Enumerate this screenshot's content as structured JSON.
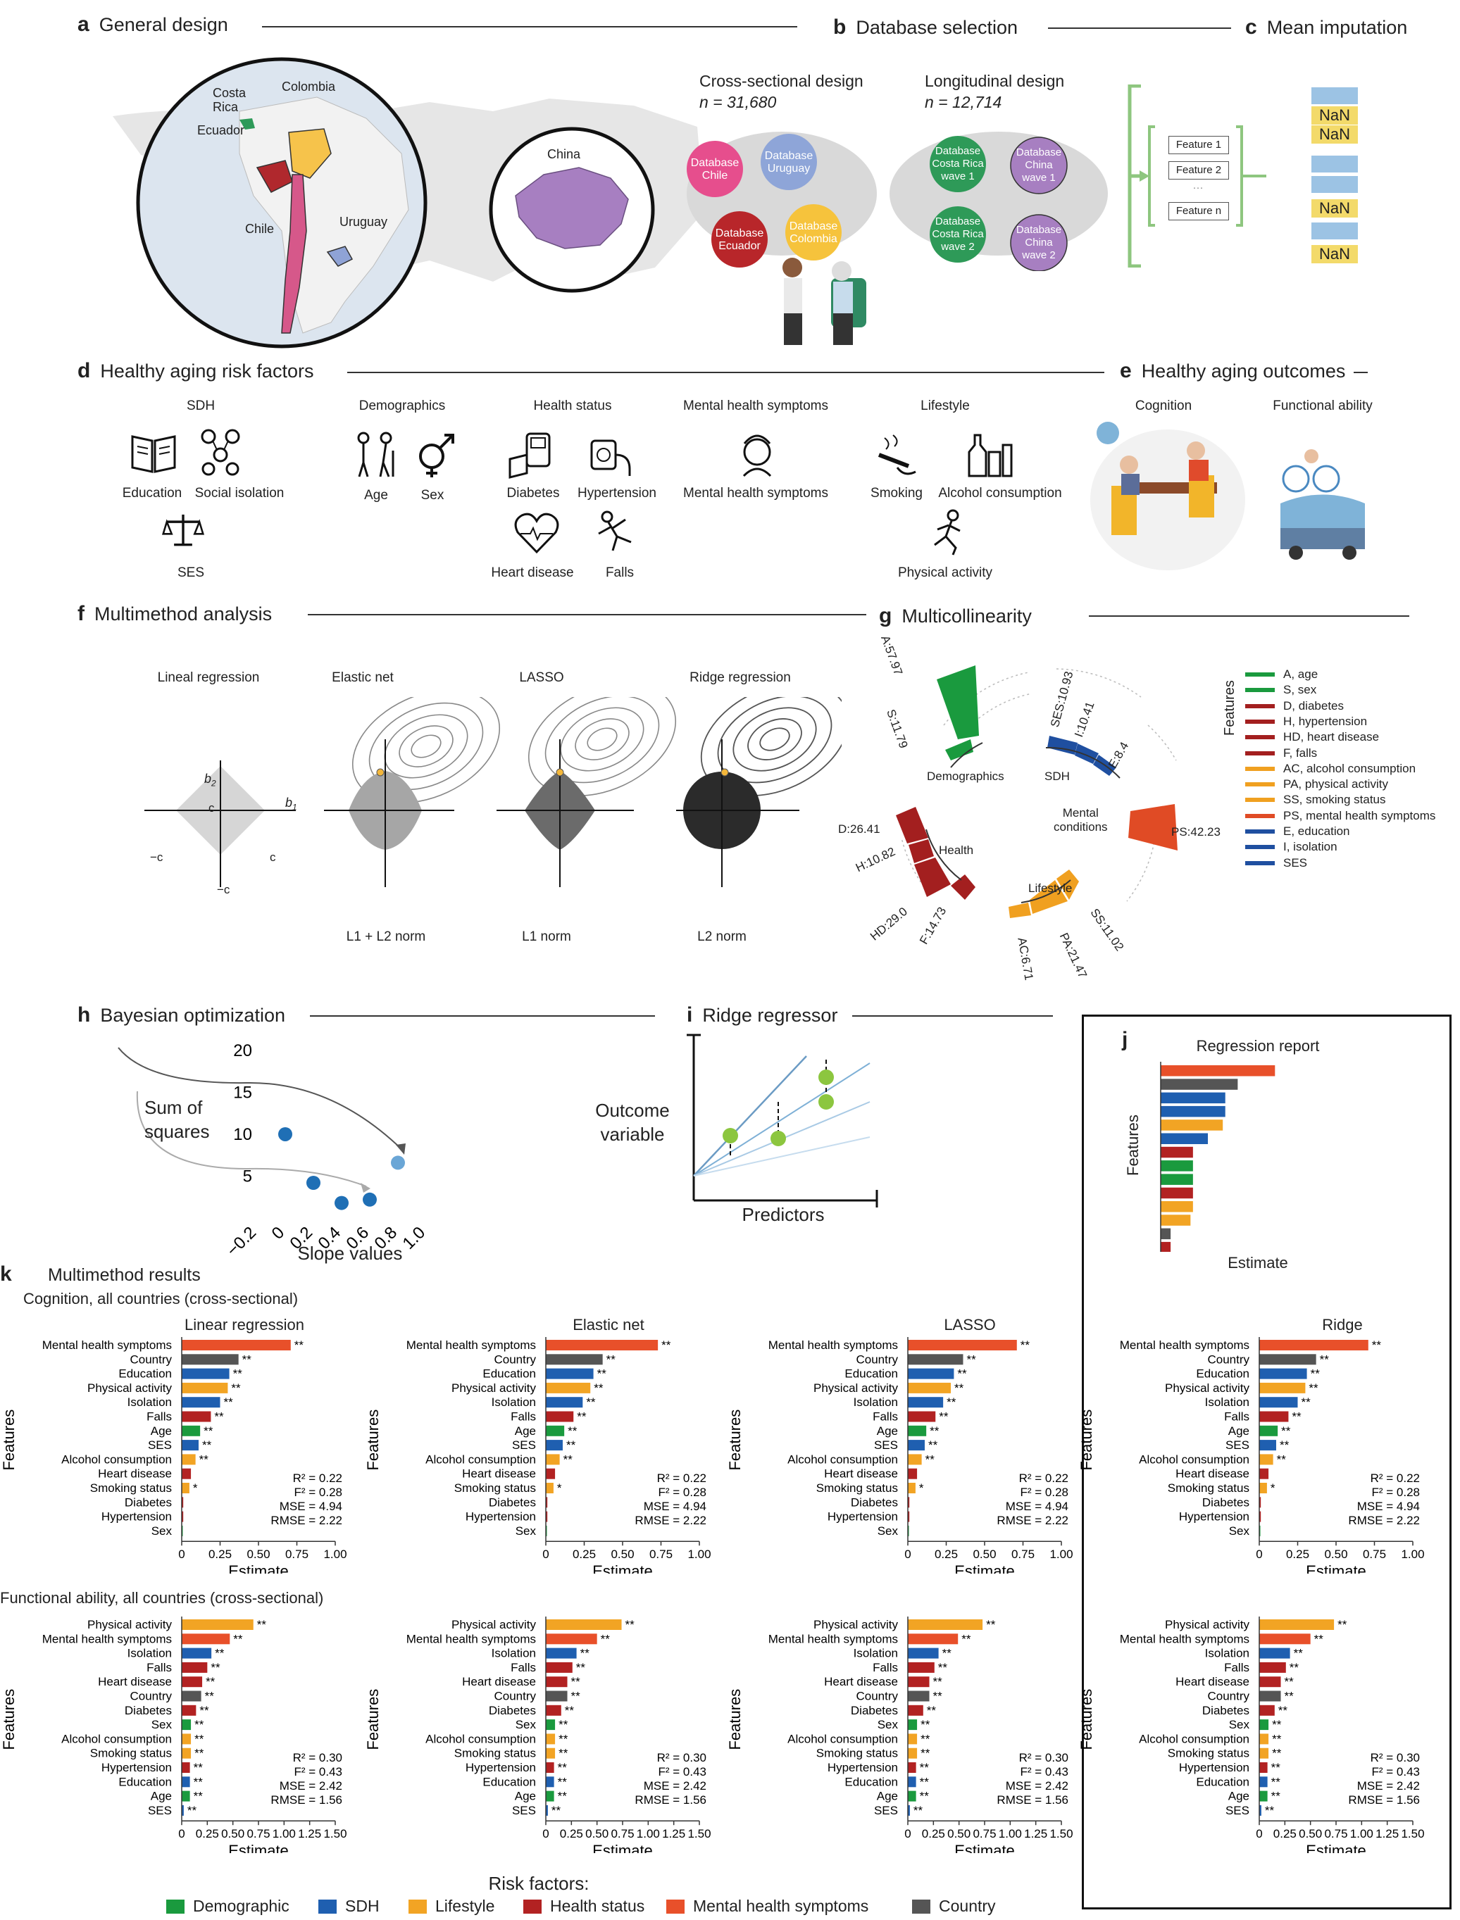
{
  "panels": {
    "a": {
      "letter": "a",
      "title": "General design",
      "countries": {
        "costa_rica": "Costa\nRica",
        "colombia": "Colombia",
        "ecuador": "Ecuador",
        "chile": "Chile",
        "uruguay": "Uruguay",
        "china": "China"
      }
    },
    "b": {
      "letter": "b",
      "title": "Database selection",
      "cross_title": "Cross-sectional design",
      "cross_n": "n = 31,680",
      "long_title": "Longitudinal design",
      "long_n": "n = 12,714",
      "db": {
        "chile": "Database\nChile",
        "uruguay": "Database\nUruguay",
        "ecuador": "Database\nEcuador",
        "colombia": "Database\nColombia",
        "cr1": "Database\nCosta Rica\nwave 1",
        "ch1": "Database\nChina\nwave 1",
        "cr2": "Database\nCosta Rica\nwave 2",
        "ch2": "Database\nChina\nwave 2"
      },
      "features": [
        "Feature 1",
        "Feature 2",
        "···",
        "Feature n"
      ]
    },
    "c": {
      "letter": "c",
      "title": "Mean imputation",
      "nan": "NaN"
    },
    "d": {
      "letter": "d",
      "title": "Healthy aging risk factors",
      "groups": {
        "sdh": "SDH",
        "demo": "Demographics",
        "health": "Health status",
        "mental": "Mental health symptoms",
        "life": "Lifestyle"
      },
      "items": {
        "education": "Education",
        "social_isolation": "Social isolation",
        "ses": "SES",
        "age": "Age",
        "sex": "Sex",
        "diabetes": "Diabetes",
        "hypertension": "Hypertension",
        "heart_disease": "Heart disease",
        "falls": "Falls",
        "mental": "Mental health symptoms",
        "smoking": "Smoking",
        "alcohol": "Alcohol consumption",
        "physical": "Physical activity"
      }
    },
    "e": {
      "letter": "e",
      "title": "Healthy aging outcomes",
      "cognition": "Cognition",
      "functional": "Functional ability"
    },
    "f": {
      "letter": "f",
      "title": "Multimethod analysis",
      "methods": [
        "Lineal regression",
        "Elastic net",
        "LASSO",
        "Ridge regression"
      ],
      "norms": [
        "L1 + L2 norm",
        "L1 norm",
        "L2 norm"
      ],
      "b1": "b",
      "b1sub": "1",
      "b2": "b",
      "b2sub": "2",
      "c": "c",
      "negc": "−c"
    },
    "g": {
      "letter": "g",
      "title": "Multicollinearity",
      "groups": {
        "demo": "Demographics",
        "sdh": "SDH",
        "mental": "Mental\nconditions",
        "health": "Health",
        "life": "Lifestyle"
      },
      "bars": [
        {
          "label": "A:57.97",
          "color": "#1a9a3e"
        },
        {
          "label": "S:11.79",
          "color": "#1a9a3e"
        },
        {
          "label": "SES:10.93",
          "color": "#1f4fa0"
        },
        {
          "label": "I:10.41",
          "color": "#1f4fa0"
        },
        {
          "label": "E:8.4",
          "color": "#1f4fa0"
        },
        {
          "label": "PS:42.23",
          "color": "#e04b25"
        },
        {
          "label": "D:26.41",
          "color": "#a31f1f"
        },
        {
          "label": "H:10.82",
          "color": "#a31f1f"
        },
        {
          "label": "HD:29.0",
          "color": "#a31f1f"
        },
        {
          "label": "F:14.73",
          "color": "#a31f1f"
        },
        {
          "label": "AC:6.71",
          "color": "#f0a020"
        },
        {
          "label": "PA:21.47",
          "color": "#f0a020"
        },
        {
          "label": "SS:11.02",
          "color": "#f0a020"
        }
      ],
      "legend_title": "Features",
      "legend": [
        {
          "label": "A, age",
          "color": "#1a9a3e"
        },
        {
          "label": "S, sex",
          "color": "#1a9a3e"
        },
        {
          "label": "D, diabetes",
          "color": "#a31f1f"
        },
        {
          "label": "H, hypertension",
          "color": "#a31f1f"
        },
        {
          "label": "HD, heart disease",
          "color": "#a31f1f"
        },
        {
          "label": "F, falls",
          "color": "#a31f1f"
        },
        {
          "label": "AC, alcohol consumption",
          "color": "#f0a020"
        },
        {
          "label": "PA, physical activity",
          "color": "#f0a020"
        },
        {
          "label": "SS, smoking status",
          "color": "#f0a020"
        },
        {
          "label": "PS, mental health symptoms",
          "color": "#e04b25"
        },
        {
          "label": "E, education",
          "color": "#1f4fa0"
        },
        {
          "label": "I, isolation",
          "color": "#1f4fa0"
        },
        {
          "label": "SES",
          "color": "#1f4fa0"
        }
      ]
    },
    "h": {
      "letter": "h",
      "title": "Bayesian optimization",
      "ylabel": "Sum of\nsquares",
      "xlabel": "Slope values"
    },
    "i": {
      "letter": "i",
      "title": "Ridge regressor",
      "ylabel": "Outcome\nvariable",
      "xlabel": "Predictors"
    },
    "j": {
      "letter": "j",
      "title": "Regression report",
      "ylabel": "Features",
      "xlabel": "Estimate"
    },
    "k": {
      "letter": "k",
      "title": "Multimethod results",
      "row1_title": "Cognition, all countries (cross-sectional)",
      "row2_title": "Functional ability, all countries (cross-sectional)",
      "col_titles": [
        "Linear regression",
        "Elastic net",
        "LASSO",
        "Ridge"
      ],
      "xlabel": "Estimate",
      "ylabel": "Features",
      "legend_title": "Risk factors:",
      "legend": [
        {
          "label": "Demographic",
          "color": "#1a9a3e"
        },
        {
          "label": "SDH",
          "color": "#1f5fb0"
        },
        {
          "label": "Lifestyle",
          "color": "#f2a424"
        },
        {
          "label": "Health status",
          "color": "#b22222"
        },
        {
          "label": "Mental health symptoms",
          "color": "#e8502a"
        },
        {
          "label": "Country",
          "color": "#555555"
        }
      ]
    }
  },
  "chart_data": [
    {
      "type": "scatter",
      "panel": "h",
      "xlabel": "Slope values",
      "ylabel": "Sum of squares",
      "x_ticks": [
        "−0.2",
        "0",
        "0.2",
        "0.4",
        "0.6",
        "0.8",
        "1.0"
      ],
      "y_ticks": [
        "5",
        "10",
        "15",
        "20"
      ],
      "xlim": [
        -0.2,
        1.0
      ],
      "ylim": [
        0,
        21
      ],
      "points": [
        {
          "x": 0.0,
          "y": 10.0
        },
        {
          "x": 0.2,
          "y": 4.2
        },
        {
          "x": 0.4,
          "y": 1.8
        },
        {
          "x": 0.6,
          "y": 2.2
        },
        {
          "x": 0.8,
          "y": 6.6
        }
      ]
    },
    {
      "type": "bar",
      "panel": "j",
      "title": "Regression report",
      "ylabel": "Features",
      "xlabel": "Estimate",
      "values": [
        0.92,
        0.62,
        0.52,
        0.52,
        0.5,
        0.38,
        0.26,
        0.26,
        0.26,
        0.26,
        0.26,
        0.24,
        0.08,
        0.08
      ],
      "colors": [
        "#e8502a",
        "#555555",
        "#1f5fb0",
        "#1f5fb0",
        "#f2a424",
        "#1f5fb0",
        "#b22222",
        "#1a9a3e",
        "#1a9a3e",
        "#b22222",
        "#f2a424",
        "#f2a424",
        "#555555",
        "#b22222"
      ]
    },
    {
      "type": "bar",
      "panel": "k",
      "outcome": "Cognition",
      "model": "Linear regression",
      "categories": [
        "Mental health symptoms",
        "Country",
        "Education",
        "Physical activity",
        "Isolation",
        "Falls",
        "Age",
        "SES",
        "Alcohol consumption",
        "Heart disease",
        "Smoking status",
        "Diabetes",
        "Hypertension",
        "Sex"
      ],
      "groups": [
        "Mental health symptoms",
        "Country",
        "SDH",
        "Lifestyle",
        "SDH",
        "Health status",
        "Demographic",
        "SDH",
        "Lifestyle",
        "Health status",
        "Lifestyle",
        "Health status",
        "Health status",
        "Demographic"
      ],
      "values": [
        0.71,
        0.37,
        0.31,
        0.3,
        0.25,
        0.19,
        0.12,
        0.11,
        0.09,
        0.06,
        0.05,
        0.01,
        0.01,
        0.005
      ],
      "sig": [
        "**",
        "**",
        "**",
        "**",
        "**",
        "**",
        "**",
        "**",
        "**",
        "",
        "*",
        "",
        "",
        ""
      ],
      "xlim": [
        0,
        1.0
      ],
      "x_ticks": [
        "0",
        "0.25",
        "0.50",
        "0.75",
        "1.00"
      ],
      "stats": [
        "R² = 0.22",
        "F² = 0.28",
        "MSE = 4.94",
        "RMSE = 2.22"
      ]
    },
    {
      "type": "bar",
      "panel": "k",
      "outcome": "Cognition",
      "model": "Elastic net",
      "categories": [
        "Mental health symptoms",
        "Country",
        "Education",
        "Physical activity",
        "Isolation",
        "Falls",
        "Age",
        "SES",
        "Alcohol consumption",
        "Heart disease",
        "Smoking status",
        "Diabetes",
        "Hypertension",
        "Sex"
      ],
      "groups": [
        "Mental health symptoms",
        "Country",
        "SDH",
        "Lifestyle",
        "SDH",
        "Health status",
        "Demographic",
        "SDH",
        "Lifestyle",
        "Health status",
        "Lifestyle",
        "Health status",
        "Health status",
        "Demographic"
      ],
      "values": [
        0.73,
        0.37,
        0.31,
        0.29,
        0.24,
        0.18,
        0.12,
        0.11,
        0.09,
        0.06,
        0.05,
        0.01,
        0.01,
        0.005
      ],
      "sig": [
        "**",
        "**",
        "**",
        "**",
        "**",
        "**",
        "**",
        "**",
        "**",
        "",
        "*",
        "",
        "",
        ""
      ],
      "xlim": [
        0,
        1.0
      ],
      "x_ticks": [
        "0",
        "0.25",
        "0.50",
        "0.75",
        "1.00"
      ],
      "stats": [
        "R² = 0.22",
        "F² = 0.28",
        "MSE = 4.94",
        "RMSE = 2.22"
      ]
    },
    {
      "type": "bar",
      "panel": "k",
      "outcome": "Cognition",
      "model": "LASSO",
      "categories": [
        "Mental health symptoms",
        "Country",
        "Education",
        "Physical activity",
        "Isolation",
        "Falls",
        "Age",
        "SES",
        "Alcohol consumption",
        "Heart disease",
        "Smoking status",
        "Diabetes",
        "Hypertension",
        "Sex"
      ],
      "groups": [
        "Mental health symptoms",
        "Country",
        "SDH",
        "Lifestyle",
        "SDH",
        "Health status",
        "Demographic",
        "SDH",
        "Lifestyle",
        "Health status",
        "Lifestyle",
        "Health status",
        "Health status",
        "Demographic"
      ],
      "values": [
        0.71,
        0.36,
        0.3,
        0.28,
        0.23,
        0.18,
        0.12,
        0.11,
        0.09,
        0.06,
        0.05,
        0.01,
        0.01,
        0.005
      ],
      "sig": [
        "**",
        "**",
        "**",
        "**",
        "**",
        "**",
        "**",
        "**",
        "**",
        "",
        "*",
        "",
        "",
        ""
      ],
      "xlim": [
        0,
        1.0
      ],
      "x_ticks": [
        "0",
        "0.25",
        "0.50",
        "0.75",
        "1.00"
      ],
      "stats": [
        "R² = 0.22",
        "F² = 0.28",
        "MSE = 4.94",
        "RMSE = 2.22"
      ]
    },
    {
      "type": "bar",
      "panel": "k",
      "outcome": "Cognition",
      "model": "Ridge",
      "categories": [
        "Mental health symptoms",
        "Country",
        "Education",
        "Physical activity",
        "Isolation",
        "Falls",
        "Age",
        "SES",
        "Alcohol consumption",
        "Heart disease",
        "Smoking status",
        "Diabetes",
        "Hypertension",
        "Sex"
      ],
      "groups": [
        "Mental health symptoms",
        "Country",
        "SDH",
        "Lifestyle",
        "SDH",
        "Health status",
        "Demographic",
        "SDH",
        "Lifestyle",
        "Health status",
        "Lifestyle",
        "Health status",
        "Health status",
        "Demographic"
      ],
      "values": [
        0.71,
        0.37,
        0.31,
        0.3,
        0.25,
        0.19,
        0.12,
        0.11,
        0.09,
        0.06,
        0.05,
        0.01,
        0.01,
        0.005
      ],
      "sig": [
        "**",
        "**",
        "**",
        "**",
        "**",
        "**",
        "**",
        "**",
        "**",
        "",
        "*",
        "",
        "",
        ""
      ],
      "xlim": [
        0,
        1.0
      ],
      "x_ticks": [
        "0",
        "0.25",
        "0.50",
        "0.75",
        "1.00"
      ],
      "stats": [
        "R² = 0.22",
        "F² = 0.28",
        "MSE = 4.94",
        "RMSE = 2.22"
      ]
    },
    {
      "type": "bar",
      "panel": "k",
      "outcome": "Functional ability",
      "model": "Linear regression",
      "categories": [
        "Physical activity",
        "Mental health symptoms",
        "Isolation",
        "Falls",
        "Heart disease",
        "Country",
        "Diabetes",
        "Sex",
        "Alcohol consumption",
        "Smoking status",
        "Hypertension",
        "Education",
        "Age",
        "SES"
      ],
      "groups": [
        "Lifestyle",
        "Mental health symptoms",
        "SDH",
        "Health status",
        "Health status",
        "Country",
        "Health status",
        "Demographic",
        "Lifestyle",
        "Lifestyle",
        "Health status",
        "SDH",
        "Demographic",
        "SDH"
      ],
      "values": [
        0.7,
        0.47,
        0.29,
        0.25,
        0.2,
        0.19,
        0.14,
        0.09,
        0.09,
        0.09,
        0.08,
        0.08,
        0.08,
        0.02
      ],
      "sig": [
        "**",
        "**",
        "**",
        "**",
        "**",
        "**",
        "**",
        "**",
        "**",
        "**",
        "**",
        "**",
        "**",
        "**"
      ],
      "xlim": [
        0,
        1.5
      ],
      "x_ticks": [
        "0",
        "0.25",
        "0.50",
        "0.75",
        "1.00",
        "1.25",
        "1.50"
      ],
      "stats": [
        "R² = 0.30",
        "F² = 0.43",
        "MSE = 2.42",
        "RMSE = 1.56"
      ]
    },
    {
      "type": "bar",
      "panel": "k",
      "outcome": "Functional ability",
      "model": "Elastic net",
      "categories": [
        "Physical activity",
        "Mental health symptoms",
        "Isolation",
        "Falls",
        "Heart disease",
        "Country",
        "Diabetes",
        "Sex",
        "Alcohol consumption",
        "Smoking status",
        "Hypertension",
        "Education",
        "Age",
        "SES"
      ],
      "groups": [
        "Lifestyle",
        "Mental health symptoms",
        "SDH",
        "Health status",
        "Health status",
        "Country",
        "Health status",
        "Demographic",
        "Lifestyle",
        "Lifestyle",
        "Health status",
        "SDH",
        "Demographic",
        "SDH"
      ],
      "values": [
        0.74,
        0.5,
        0.3,
        0.26,
        0.21,
        0.21,
        0.15,
        0.09,
        0.09,
        0.09,
        0.08,
        0.08,
        0.08,
        0.02
      ],
      "sig": [
        "**",
        "**",
        "**",
        "**",
        "**",
        "**",
        "**",
        "**",
        "**",
        "**",
        "**",
        "**",
        "**",
        "**"
      ],
      "xlim": [
        0,
        1.5
      ],
      "x_ticks": [
        "0",
        "0.25",
        "0.50",
        "0.75",
        "1.00",
        "1.25",
        "1.50"
      ],
      "stats": [
        "R² = 0.30",
        "F² = 0.43",
        "MSE = 2.42",
        "RMSE = 1.56"
      ]
    },
    {
      "type": "bar",
      "panel": "k",
      "outcome": "Functional ability",
      "model": "LASSO",
      "categories": [
        "Physical activity",
        "Mental health symptoms",
        "Isolation",
        "Falls",
        "Heart disease",
        "Country",
        "Diabetes",
        "Sex",
        "Alcohol consumption",
        "Smoking status",
        "Hypertension",
        "Education",
        "Age",
        "SES"
      ],
      "groups": [
        "Lifestyle",
        "Mental health symptoms",
        "SDH",
        "Health status",
        "Health status",
        "Country",
        "Health status",
        "Demographic",
        "Lifestyle",
        "Lifestyle",
        "Health status",
        "SDH",
        "Demographic",
        "SDH"
      ],
      "values": [
        0.73,
        0.49,
        0.3,
        0.26,
        0.21,
        0.21,
        0.15,
        0.09,
        0.09,
        0.09,
        0.08,
        0.08,
        0.08,
        0.02
      ],
      "sig": [
        "**",
        "**",
        "**",
        "**",
        "**",
        "**",
        "**",
        "**",
        "**",
        "**",
        "**",
        "**",
        "**",
        "**"
      ],
      "xlim": [
        0,
        1.5
      ],
      "x_ticks": [
        "0",
        "0.25",
        "0.50",
        "0.75",
        "1.00",
        "1.25",
        "1.50"
      ],
      "stats": [
        "R² = 0.30",
        "F² = 0.43",
        "MSE = 2.42",
        "RMSE = 1.56"
      ]
    },
    {
      "type": "bar",
      "panel": "k",
      "outcome": "Functional ability",
      "model": "Ridge",
      "categories": [
        "Physical activity",
        "Mental health symptoms",
        "Isolation",
        "Falls",
        "Heart disease",
        "Country",
        "Diabetes",
        "Sex",
        "Alcohol consumption",
        "Smoking status",
        "Hypertension",
        "Education",
        "Age",
        "SES"
      ],
      "groups": [
        "Lifestyle",
        "Mental health symptoms",
        "SDH",
        "Health status",
        "Health status",
        "Country",
        "Health status",
        "Demographic",
        "Lifestyle",
        "Lifestyle",
        "Health status",
        "SDH",
        "Demographic",
        "SDH"
      ],
      "values": [
        0.73,
        0.5,
        0.3,
        0.26,
        0.21,
        0.21,
        0.15,
        0.09,
        0.09,
        0.09,
        0.08,
        0.08,
        0.08,
        0.02
      ],
      "sig": [
        "**",
        "**",
        "**",
        "**",
        "**",
        "**",
        "**",
        "**",
        "**",
        "**",
        "**",
        "**",
        "**",
        "**"
      ],
      "xlim": [
        0,
        1.5
      ],
      "x_ticks": [
        "0",
        "0.25",
        "0.50",
        "0.75",
        "1.00",
        "1.25",
        "1.50"
      ],
      "stats": [
        "R² = 0.30",
        "F² = 0.43",
        "MSE = 2.42",
        "RMSE = 1.56"
      ]
    }
  ]
}
